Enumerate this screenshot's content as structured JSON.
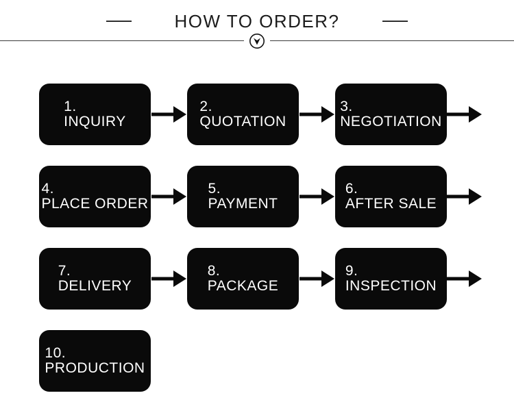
{
  "header": {
    "title": "HOW TO ORDER?"
  },
  "icons": {
    "divider_arrow": "circle-chevron-down",
    "flow_arrow": "arrow-right"
  },
  "colors": {
    "box_background": "#0a0a0a",
    "box_text": "#ffffff",
    "divider_line": "#3a3a3a",
    "title_text": "#1c1c1c"
  },
  "steps": [
    {
      "number": "1.",
      "label": "INQUIRY"
    },
    {
      "number": "2.",
      "label": "QUOTATION"
    },
    {
      "number": "3.",
      "label": "NEGOTIATION"
    },
    {
      "number": "4.",
      "label": "PLACE ORDER"
    },
    {
      "number": "5.",
      "label": "PAYMENT"
    },
    {
      "number": "6.",
      "label": "AFTER SALE"
    },
    {
      "number": "7.",
      "label": "DELIVERY"
    },
    {
      "number": "8.",
      "label": "PACKAGE"
    },
    {
      "number": "9.",
      "label": "INSPECTION"
    },
    {
      "number": "10.",
      "label": "PRODUCTION"
    }
  ]
}
